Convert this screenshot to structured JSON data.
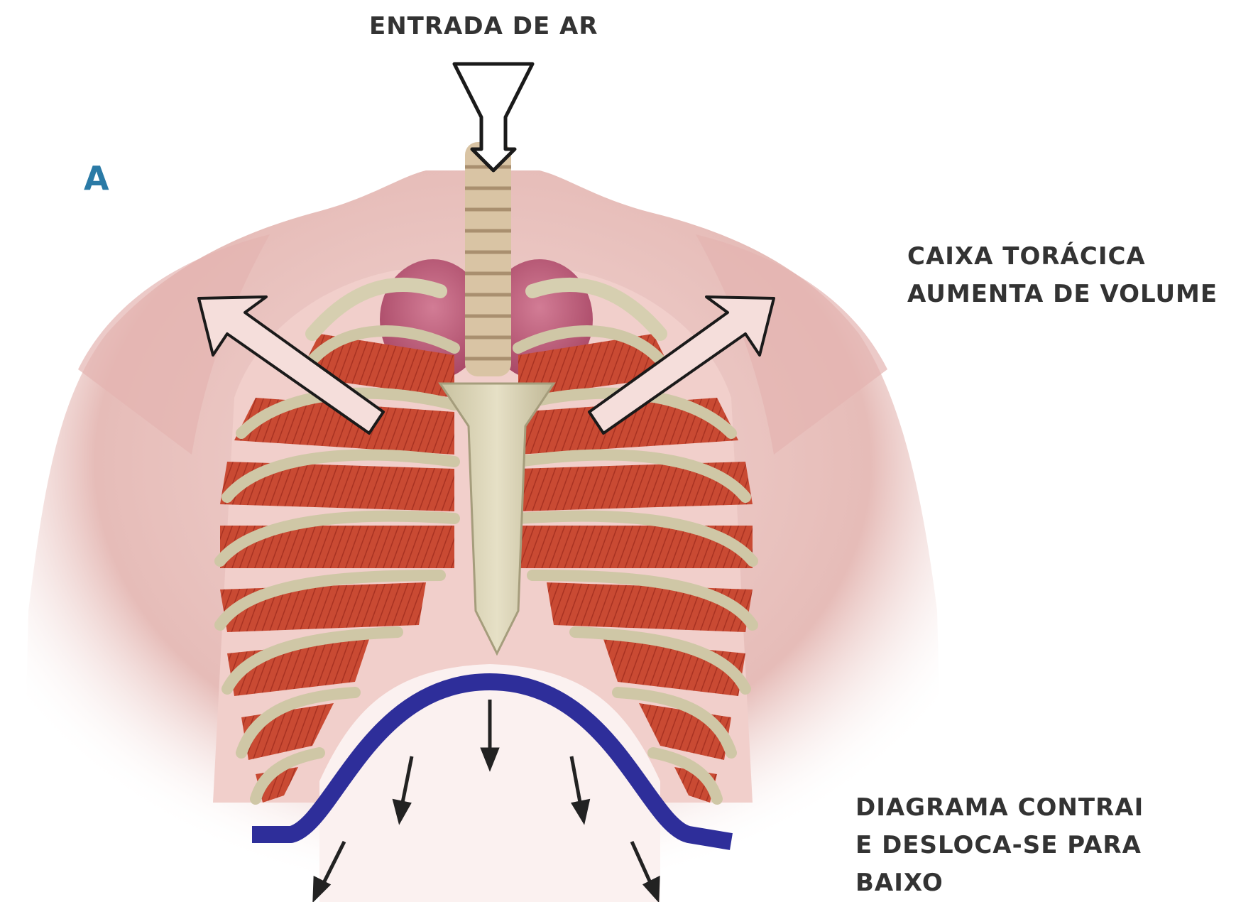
{
  "panel_letter": "A",
  "labels": {
    "air_intake": "ENTRADA DE AR",
    "thorax": [
      "CAIXA TORÁCICA",
      "AUMENTA DE VOLUME"
    ],
    "diaphragm": [
      "DIAGRAMA CONTRAI",
      "E DESLOCA-SE PARA",
      "BAIXO"
    ]
  },
  "colors": {
    "skin": "#e9c6c3",
    "muscle": "#c9452f",
    "bone": "#d8d2b4",
    "lung": "#c0607e",
    "diaphragm_line": "#2e2e9a",
    "panel_letter": "#2a7aa6",
    "text": "#333333"
  }
}
